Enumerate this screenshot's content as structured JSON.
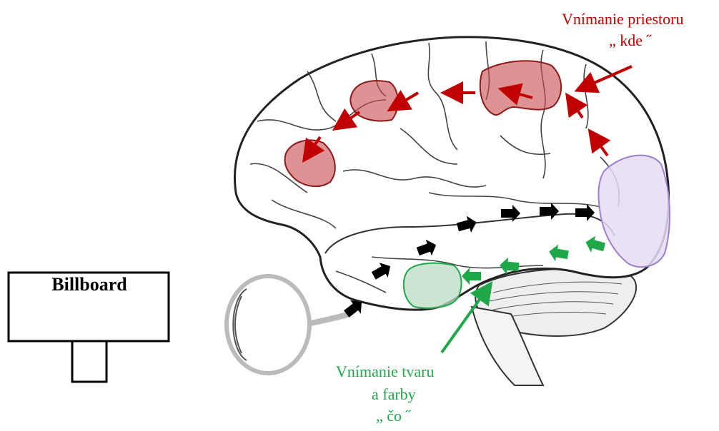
{
  "billboard": {
    "label": "Billboard"
  },
  "labels": {
    "where_line1": "Vnímanie priestoru",
    "where_line2": "„ kde ˝",
    "what_line1": "Vnímanie tvaru",
    "what_line2": "a farby",
    "what_line3": "„ čo ˝"
  },
  "colors": {
    "dorsal_stream": "#c00000",
    "ventral_stream": "#1fa84a",
    "visual_input": "#000000",
    "occipital": "#9b7fd0"
  }
}
